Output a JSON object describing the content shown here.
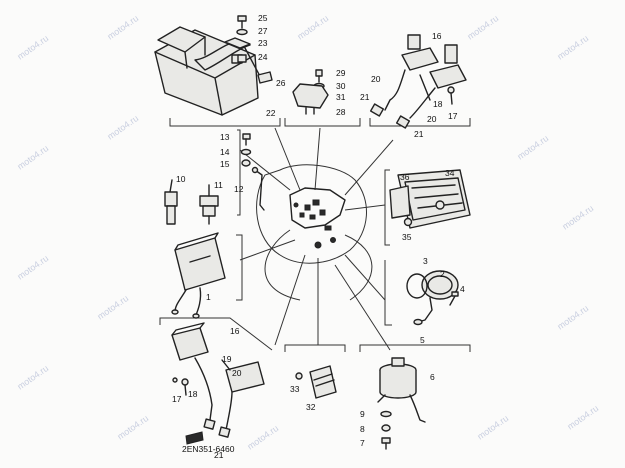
{
  "watermark": {
    "text": "moto4.ru"
  },
  "diagram_code": "2EN351-6460",
  "callouts": {
    "n1": "1",
    "n2": "2",
    "n3": "3",
    "n4": "4",
    "n5": "5",
    "n6": "6",
    "n7": "7",
    "n8": "8",
    "n9": "9",
    "n10": "10",
    "n11": "11",
    "n12": "12",
    "n13": "13",
    "n14": "14",
    "n15": "15",
    "n16a": "16",
    "n16b": "16",
    "n17a": "17",
    "n17b": "17",
    "n18a": "18",
    "n18b": "18",
    "n19": "19",
    "n20a": "20",
    "n20b": "20",
    "n21a": "21",
    "n21b": "21",
    "n21c": "21",
    "n22": "22",
    "n23": "23",
    "n24": "24",
    "n25": "25",
    "n26": "26",
    "n27": "27",
    "n28": "28",
    "n29": "29",
    "n30": "30",
    "n31": "31",
    "n32": "32",
    "n33": "33",
    "n34": "34",
    "n35": "35",
    "n36": "36"
  }
}
